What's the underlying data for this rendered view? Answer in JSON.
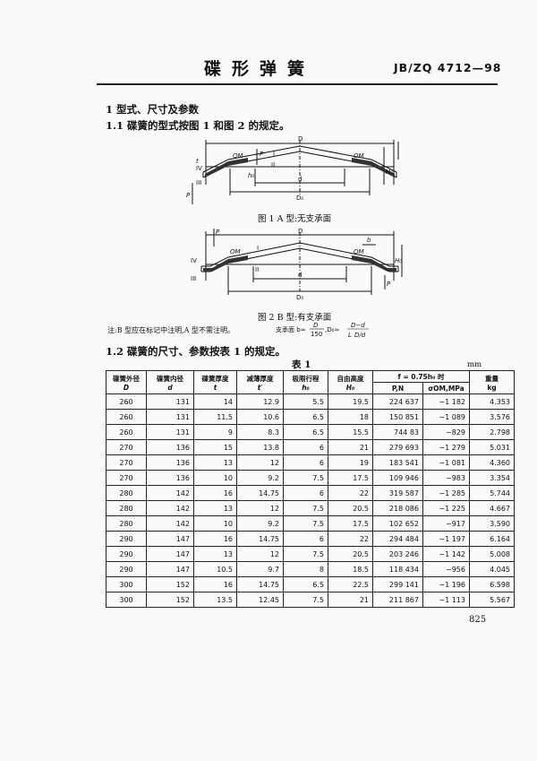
{
  "header": {
    "title": "碟形弹簧",
    "standard": "JB/ZQ 4712—98"
  },
  "section1": {
    "heading": "1  型式、尺寸及参数"
  },
  "section11": {
    "heading": "1.1  碟簧的型式按图 1 和图 2 的规定。"
  },
  "figure1": {
    "caption": "图 1  A 型:无支承面",
    "labels": {
      "D": "D",
      "d": "d",
      "D0": "D₀",
      "P": "P",
      "I": "I",
      "II": "II",
      "III": "III",
      "IV": "IV",
      "OM": "OM",
      "t": "t",
      "h0": "h₀",
      "H0": "H₀"
    }
  },
  "figure2": {
    "caption": "图 2  B 型:有支承面",
    "labels": {
      "D": "D",
      "d": "d",
      "D0": "D₀",
      "P": "P",
      "I": "I",
      "II": "II",
      "III": "III",
      "IV": "IV",
      "OM": "OM",
      "b": "b",
      "H0": "H₀"
    }
  },
  "note": "注:B 型应在标记中注明,A 型不需注明。",
  "formula": {
    "lead": "支承面 b≈",
    "f1n": "D",
    "f1d": "150",
    "mid": ",D₀≈",
    "f2n": "D−d",
    "f2dl": "L",
    "f2dr": "D/d"
  },
  "section12": {
    "heading": "1.2  碟簧的尺寸、参数按表 1 的规定。"
  },
  "table": {
    "caption": "表 1",
    "unit": "mm",
    "headers": [
      "碟簧外径",
      "碟簧内径",
      "碟簧厚度",
      "减薄厚度",
      "极限行程",
      "自由高度",
      "f = 0.75h₀ 时",
      "重量"
    ],
    "subheaders": [
      "D",
      "d",
      "t",
      "t′",
      "h₀",
      "H₀",
      "P,N",
      "σOM,MPa",
      "kg"
    ],
    "rows": [
      [
        "260",
        "131",
        "14",
        "12.9",
        "5.5",
        "19.5",
        "224 637",
        "−1 182",
        "4.353"
      ],
      [
        "260",
        "131",
        "11.5",
        "10.6",
        "6.5",
        "18",
        "150 851",
        "−1 089",
        "3.576"
      ],
      [
        "260",
        "131",
        "9",
        "8.3",
        "6.5",
        "15.5",
        "744 83",
        "−829",
        "2.798"
      ],
      [
        "270",
        "136",
        "15",
        "13.8",
        "6",
        "21",
        "279 693",
        "−1 279",
        "5.031"
      ],
      [
        "270",
        "136",
        "13",
        "12",
        "6",
        "19",
        "183 541",
        "−1 081",
        "4.360"
      ],
      [
        "270",
        "136",
        "10",
        "9.2",
        "7.5",
        "17.5",
        "109 946",
        "−983",
        "3.354"
      ],
      [
        "280",
        "142",
        "16",
        "14.75",
        "6",
        "22",
        "319 587",
        "−1 285",
        "5.744"
      ],
      [
        "280",
        "142",
        "13",
        "12",
        "7.5",
        "20.5",
        "218 086",
        "−1 225",
        "4.667"
      ],
      [
        "280",
        "142",
        "10",
        "9.2",
        "7.5",
        "17.5",
        "102 652",
        "−917",
        "3.590"
      ],
      [
        "290",
        "147",
        "16",
        "14.75",
        "6",
        "22",
        "294 484",
        "−1 197",
        "6.164"
      ],
      [
        "290",
        "147",
        "13",
        "12",
        "7.5",
        "20.5",
        "203 246",
        "−1 142",
        "5.008"
      ],
      [
        "290",
        "147",
        "10.5",
        "9.7",
        "8",
        "18.5",
        "118 434",
        "−956",
        "4.045"
      ],
      [
        "300",
        "152",
        "16",
        "14.75",
        "6.5",
        "22.5",
        "299 141",
        "−1 196",
        "6.598"
      ],
      [
        "300",
        "152",
        "13.5",
        "12.45",
        "7.5",
        "21",
        "211 867",
        "−1 113",
        "5.567"
      ]
    ]
  },
  "page_number": "825"
}
